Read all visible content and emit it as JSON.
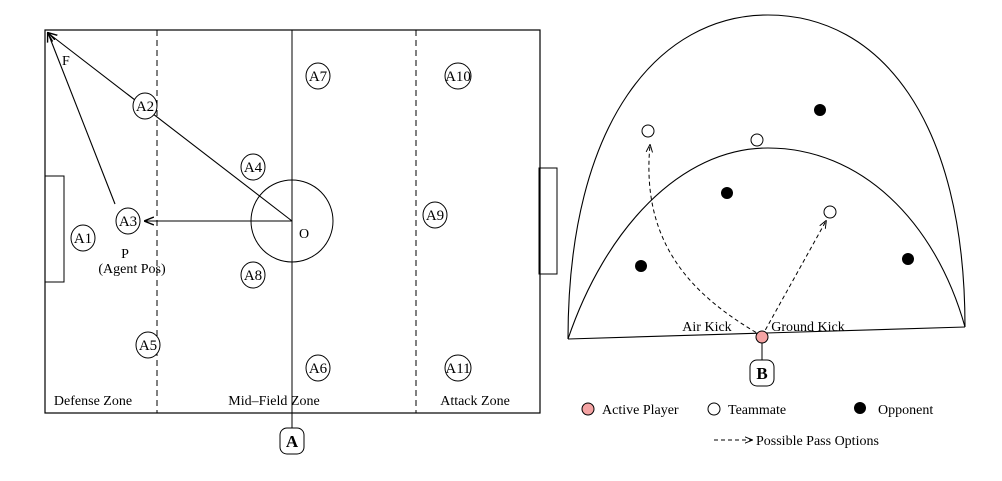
{
  "panel_a": {
    "letter": "A",
    "players": [
      "A1",
      "A2",
      "A3",
      "A4",
      "A5",
      "A6",
      "A7",
      "A8",
      "A9",
      "A10",
      "A11"
    ],
    "center_label": "O",
    "corner_label": "F",
    "agent_label": "P",
    "agent_sub": "(Agent Pos)",
    "zones": [
      "Defense Zone",
      "Mid–Field Zone",
      "Attack Zone"
    ]
  },
  "panel_b": {
    "letter": "B",
    "air_kick": "Air Kick",
    "ground_kick": "Ground Kick",
    "colors": {
      "active": "#f4a3a3",
      "teammate": "#ffffff",
      "opponent": "#000000"
    }
  },
  "legend": {
    "active": "Active Player",
    "teammate": "Teammate",
    "opponent": "Opponent",
    "pass": "Possible Pass Options"
  }
}
